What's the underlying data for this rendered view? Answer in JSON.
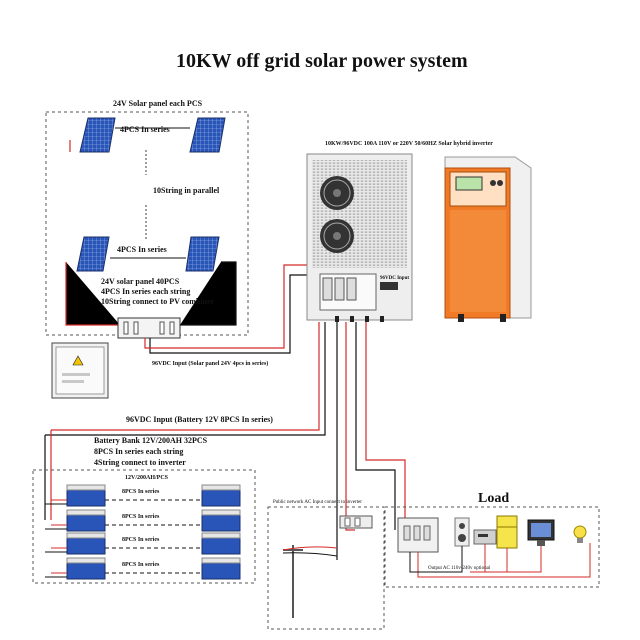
{
  "title": "10KW off grid solar power system",
  "pv_array": {
    "header": "24V Solar panel each PCS",
    "series_top": "4PCS In series",
    "parallel": "10String in parallel",
    "series_bottom": "4PCS In series",
    "spec_lines": [
      "24V solar panel 40PCS",
      "4PCS In series each string",
      "10String connect to PV combiner"
    ],
    "input_label": "96VDC Input (Solar panel 24V 4pcs in series)"
  },
  "inverter": {
    "spec": "10KW/96VDC 100A 110V or 220V 50/60HZ Solar hybrid inverter",
    "dc_input_tag": "96VDC Input"
  },
  "battery": {
    "input_label": "96VDC Input (Battery 12V 8PCS In series)",
    "bank_lines": [
      "Battery Bank 12V/200AH 32PCS",
      "8PCS In series each string",
      "4String connect to inverter"
    ],
    "unit_label": "12V/200AH/PCS",
    "row_labels": [
      "8PCS In series",
      "8PCS In series",
      "8PCS In series",
      "8PCS In series"
    ]
  },
  "grid": {
    "label": "Public network AC Input connect to inverter"
  },
  "load": {
    "title": "Load",
    "output_label": "Output AC 110v-240v optional"
  },
  "colors": {
    "wire_red": "#d42a2a",
    "wire_black": "#1a1a1a",
    "dash": "#555555",
    "panel_blue": "#2a55b8",
    "inverter_orange": "#f07a26"
  }
}
